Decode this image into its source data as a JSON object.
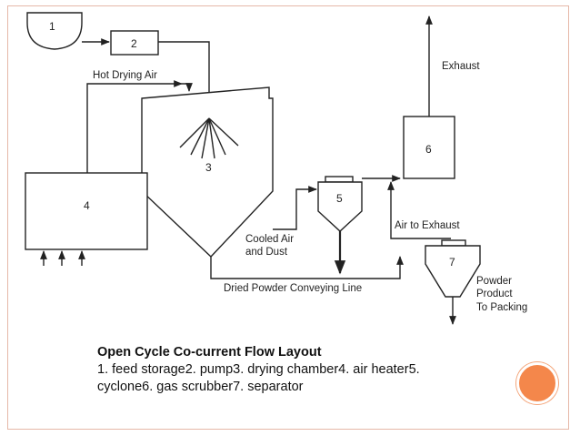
{
  "diagram": {
    "components": [
      {
        "id": "1",
        "label": "1"
      },
      {
        "id": "2",
        "label": "2"
      },
      {
        "id": "3",
        "label": "3"
      },
      {
        "id": "4",
        "label": "4"
      },
      {
        "id": "5",
        "label": "5"
      },
      {
        "id": "6",
        "label": "6"
      },
      {
        "id": "7",
        "label": "7"
      }
    ],
    "labels": {
      "hot_drying_air": "Hot Drying Air",
      "exhaust": "Exhaust",
      "cooled_air_1": "Cooled Air",
      "cooled_air_2": "and Dust",
      "air_to_exhaust": "Air to Exhaust",
      "dried_powder": "Dried Powder Conveying Line",
      "powder_1": "Powder",
      "powder_2": "Product",
      "powder_3": "To Packing"
    }
  },
  "caption": {
    "title": "Open Cycle Co-current Flow Layout",
    "body": "1. feed storage2. pump3. drying chamber4. air heater5. cyclone6. gas scrubber7. separator"
  },
  "colors": {
    "accent_dot": "#f4874b",
    "frame": "#e6b8a8",
    "line": "#222222"
  }
}
